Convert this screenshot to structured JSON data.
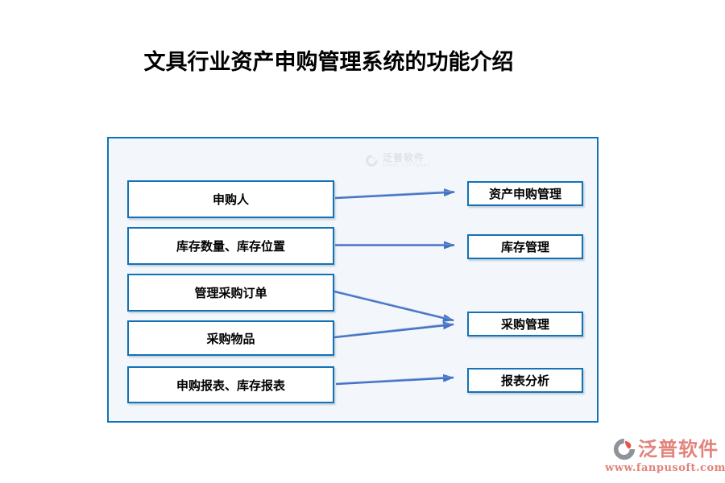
{
  "page": {
    "title": "文具行业资产申购管理系统的功能介绍"
  },
  "flowchart": {
    "left_boxes": [
      {
        "label": "申购人"
      },
      {
        "label": "库存数量、库存位置"
      },
      {
        "label": "管理采购订单"
      },
      {
        "label": "采购物品"
      },
      {
        "label": "申购报表、库存报表"
      }
    ],
    "right_boxes": [
      {
        "label": "资产申购管理"
      },
      {
        "label": "库存管理"
      },
      {
        "label": "采购管理"
      },
      {
        "label": "报表分析"
      }
    ],
    "connections": [
      {
        "from": "申购人",
        "to": "资产申购管理"
      },
      {
        "from": "库存数量、库存位置",
        "to": "库存管理"
      },
      {
        "from": "管理采购订单",
        "to": "采购管理"
      },
      {
        "from": "采购物品",
        "to": "采购管理"
      },
      {
        "from": "申购报表、库存报表",
        "to": "报表分析"
      }
    ]
  },
  "watermark": {
    "brand": "泛普软件",
    "subtext": "FANPU SOFTWARE"
  },
  "footer": {
    "brand": "泛普软件",
    "website": "www.fanpusoft.com"
  },
  "colors": {
    "box_border": "#1272b6",
    "panel_background": "#f3f7fb",
    "arrow": "#4472c4",
    "title_text": "#000000",
    "brand_text": "#e2837c",
    "logo_red": "#e25549",
    "logo_gray": "#8e9299"
  }
}
